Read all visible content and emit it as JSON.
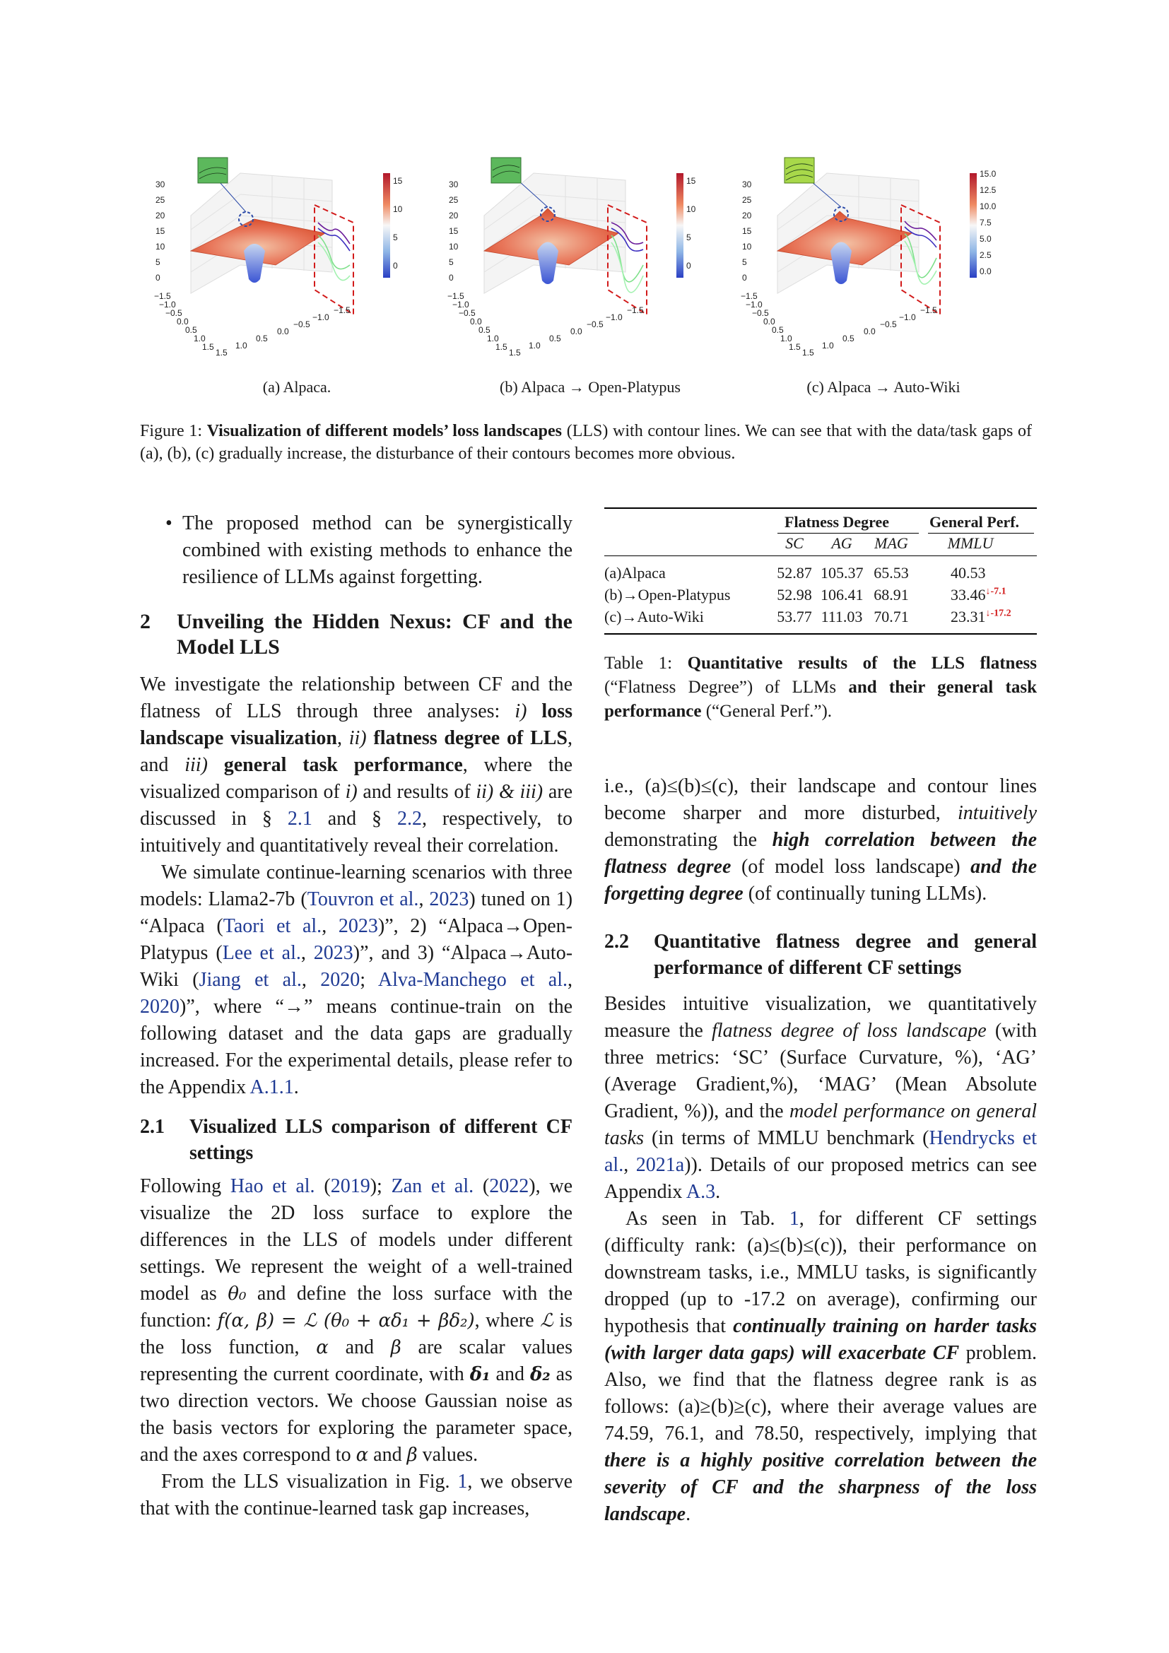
{
  "figure": {
    "panels": [
      {
        "caption": "(a) Alpaca.",
        "colorbar_ticks": [
          "15",
          "10",
          "5",
          "0"
        ]
      },
      {
        "caption": "(b) Alpaca → Open-Platypus",
        "colorbar_ticks": [
          "15",
          "10",
          "5",
          "0"
        ]
      },
      {
        "caption": "(c) Alpaca → Auto-Wiki",
        "colorbar_ticks": [
          "15.0",
          "12.5",
          "10.0",
          "7.5",
          "5.0",
          "2.5",
          "0.0"
        ]
      }
    ],
    "z_ticks": [
      "30",
      "25",
      "20",
      "15",
      "10",
      "5",
      "0"
    ],
    "x_ticks": [
      "−1.5",
      "−1.0",
      "−0.5",
      "0.0",
      "0.5",
      "1.0",
      "1.5"
    ],
    "y_ticks": [
      "1.5",
      "1.0",
      "0.5",
      "0.0",
      "−0.5",
      "−1.0",
      "−1.5"
    ],
    "caption_label": "Figure 1:",
    "caption_bold": "Visualization of different models’ loss landscapes",
    "caption_rest": " (LLS) with contour lines. We can see that with the data/task gaps of (a), (b), (c) gradually increase, the disturbance of their contours becomes more obvious."
  },
  "left": {
    "bullet": "The proposed method can be synergistically combined with existing methods to enhance the resilience of LLMs against forgetting.",
    "sec2_num": "2",
    "sec2_title": "Unveiling the Hidden Nexus: CF and the Model LLS",
    "p1": {
      "t1": "We investigate the relationship between CF and the flatness of LLS through three analyses: ",
      "i1": "i)",
      "b1": " loss landscape visualization",
      "t2": ", ",
      "i2": "ii)",
      "b2": " flatness degree of LLS",
      "t3": ", and ",
      "i3": "iii)",
      "b3": " general task performance",
      "t4": ", where the visualized comparison of ",
      "i4": "i)",
      "t5": " and results of ",
      "i5": "ii) & iii)",
      "t6": " are discussed in § ",
      "l1": "2.1",
      "t7": " and § ",
      "l2": "2.2",
      "t8": ", respectively, to intuitively and quantitatively reveal their correlation."
    },
    "p2": {
      "t1": "We simulate continue-learning scenarios with three models: Llama2-7b (",
      "l1": "Touvron et al.",
      "t2": ", ",
      "l2": "2023",
      "t3": ") tuned on 1) “Alpaca (",
      "l3": "Taori et al.",
      "t4": ", ",
      "l4": "2023",
      "t5": ")”, 2) “Alpaca→Open-Platypus (",
      "l5": "Lee et al.",
      "t6": ", ",
      "l6": "2023",
      "t7": ")”, and 3) “Alpaca→Auto-Wiki (",
      "l7": "Jiang et al.",
      "t8": ", ",
      "l8": "2020",
      "t9": "; ",
      "l9": "Alva-Manchego et al.",
      "t10": ", ",
      "l10": "2020",
      "t11": ")”, where “→” means continue-train on the following dataset and the data gaps are gradually increased. For the experimental details, please refer to the Appendix ",
      "l11": "A.1.1",
      "t12": "."
    },
    "sec21_num": "2.1",
    "sec21_title": "Visualized LLS comparison of different CF settings",
    "p3": {
      "l1": "Hao et al.",
      "t1": " (",
      "l2": "2019",
      "t2": "); ",
      "l3": "Zan et al.",
      "t3": " (",
      "l4": "2022",
      "t4": "), we visualize the 2D loss surface to explore the differences in the LLS of models under different settings. We represent the weight of a well-trained model as ",
      "m1": "θ₀",
      "t5": " and define the loss surface with the function: ",
      "m2": "f(α, β) = ℒ (θ₀ + αδ₁ + βδ₂)",
      "t6": ", where ",
      "m3": "ℒ",
      "t7": " is the loss function, ",
      "m4": "α",
      "t8": " and ",
      "m5": "β",
      "t9": " are scalar values representing the current coordinate, with ",
      "m6": "δ₁",
      "t10": " and ",
      "m7": "δ₂",
      "t11": " as two direction vectors. We choose Gaussian noise as the basis vectors for exploring the parameter space, and the axes correspond to ",
      "m8": "α",
      "t12": " and ",
      "m9": "β",
      "t13": " values.",
      "lead": "Following "
    },
    "p4": {
      "t1": "From the LLS visualization in Fig. ",
      "l1": "1",
      "t2": ", we observe that with the continue-learned task gap increases,"
    }
  },
  "table": {
    "group1": "Flatness Degree",
    "group2": "General Perf.",
    "sub": [
      "SC",
      "AG",
      "MAG",
      "MMLU"
    ],
    "rows": [
      {
        "name": "(a)Alpaca",
        "sc": "52.87",
        "ag": "105.37",
        "mag": "65.53",
        "mmlu": "40.53",
        "drop": ""
      },
      {
        "name": "(b)→Open-Platypus",
        "sc": "52.98",
        "ag": "106.41",
        "mag": "68.91",
        "mmlu": "33.46",
        "drop": "↓-7.1"
      },
      {
        "name": "(c)→Auto-Wiki",
        "sc": "53.77",
        "ag": "111.03",
        "mag": "70.71",
        "mmlu": "23.31",
        "drop": "↓-17.2"
      }
    ],
    "caption_label": "Table 1:",
    "caption_b1": "Quantitative results of the LLS flatness",
    "caption_t1": " (“Flatness Degree”) of LLMs ",
    "caption_b2": "and their general task performance",
    "caption_t2": " (“General Perf.”)."
  },
  "right": {
    "p1": {
      "t1": "i.e., (a)≤(b)≤(c), their landscape and contour lines become sharper and more disturbed, ",
      "i1": "intuitively",
      "t2": " demonstrating the ",
      "bi1": "high correlation between the flatness degree",
      "t3": " (of model loss landscape) ",
      "bi2": "and the forgetting degree",
      "t4": " (of continually tuning LLMs)."
    },
    "sec22_num": "2.2",
    "sec22_title": "Quantitative flatness degree and general performance of different CF settings",
    "p2": {
      "t1": "Besides intuitive visualization, we quantitatively measure the ",
      "i1": "flatness degree of loss landscape",
      "t2": " (with three metrics: ‘SC’ (Surface Curvature, %), ‘AG’ (Average Gradient,%), ‘MAG’ (Mean Absolute Gradient, %)), and the ",
      "i2": "model performance on general tasks",
      "t3": " (in terms of MMLU benchmark (",
      "l1": "Hendrycks et al.",
      "t4": ", ",
      "l2": "2021a",
      "t5": ")). Details of our proposed metrics can see Appendix ",
      "l3": "A.3",
      "t6": "."
    },
    "p3": {
      "t1": "As seen in Tab. ",
      "l1": "1",
      "t2": ", for different CF settings (difficulty rank: (a)≤(b)≤(c)), their performance on downstream tasks, i.e., MMLU tasks, is significantly dropped (up to -17.2 on average), confirming our hypothesis that ",
      "bi1": "continually training on harder tasks (with larger data gaps) will exacerbate CF",
      "t3": " problem. Also, we find that the flatness degree rank is as follows: (a)≥(b)≥(c), where their average values are 74.59, 76.1, and 78.50, respectively, implying that ",
      "bi2": "there is a highly positive correlation between the severity of CF and the sharpness of the loss landscape",
      "t4": "."
    }
  }
}
